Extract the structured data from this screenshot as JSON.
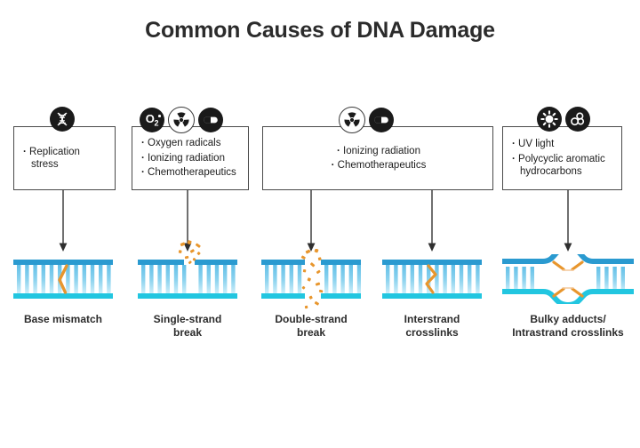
{
  "title": "Common Causes of DNA Damage",
  "palette": {
    "rail_top": "#2a9ad0",
    "rail_bottom": "#22c6e0",
    "rung": "#6ec6ea",
    "damage": "#e8962d",
    "box_border": "#4a4a4a",
    "icon_fill": "#1a1a1a",
    "text": "#1d1d1d",
    "arrow": "#4d4d4d"
  },
  "cause_boxes": [
    {
      "id": "replication-stress",
      "icons": [
        {
          "name": "dna-helix-icon",
          "style": "solid"
        }
      ],
      "items": [
        "Replication stress"
      ],
      "align": "center"
    },
    {
      "id": "oxidative-radiation-chemo",
      "icons": [
        {
          "name": "oxygen-radical-icon",
          "style": "solid"
        },
        {
          "name": "radiation-icon",
          "style": "ring"
        },
        {
          "name": "pill-capsule-icon",
          "style": "solid"
        }
      ],
      "items": [
        "Oxygen radicals",
        "Ionizing radiation",
        "Chemotherapeutics"
      ],
      "align": "left"
    },
    {
      "id": "radiation-chemo",
      "icons": [
        {
          "name": "radiation-icon",
          "style": "ring"
        },
        {
          "name": "pill-capsule-icon",
          "style": "solid"
        }
      ],
      "items": [
        "Ionizing radiation",
        "Chemotherapeutics"
      ],
      "align": "center"
    },
    {
      "id": "uv-pah",
      "icons": [
        {
          "name": "uv-sun-icon",
          "style": "solid"
        },
        {
          "name": "polycyclic-rings-icon",
          "style": "solid"
        }
      ],
      "items": [
        "UV light",
        "Polycyclic aromatic hydrocarbons"
      ],
      "align": "left"
    }
  ],
  "damage_types": [
    {
      "id": "base-mismatch",
      "label": "Base mismatch",
      "graphic": "mismatch"
    },
    {
      "id": "single-strand-break",
      "label": "Single-strand\nbreak",
      "graphic": "single-break"
    },
    {
      "id": "double-strand-break",
      "label": "Double-strand\nbreak",
      "graphic": "double-break"
    },
    {
      "id": "interstrand-crosslinks",
      "label": "Interstrand\ncrosslinks",
      "graphic": "interstrand"
    },
    {
      "id": "bulky-adducts",
      "label": "Bulky adducts/\nIntrastrand crosslinks",
      "graphic": "bulky"
    }
  ]
}
